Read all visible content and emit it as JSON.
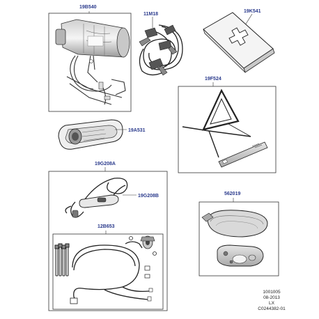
{
  "parts": {
    "first_aid_kit_top": "19B540",
    "jump_leads": "11M18",
    "first_aid_kit": "19K541",
    "warning_triangle": "19F524",
    "torch": "19A531",
    "ev_cable_kit": "19G208A",
    "ev_cable": "19G208B",
    "wiring_kit": "12B653",
    "bulb_kit": "562019"
  },
  "footer": {
    "line1": "1001005",
    "line2": "08-2013",
    "line3": "LX",
    "line4": "C0244382-01"
  },
  "colors": {
    "reference_label": "#2a3a8c",
    "frame": "#333333",
    "drawing": "#222222"
  }
}
